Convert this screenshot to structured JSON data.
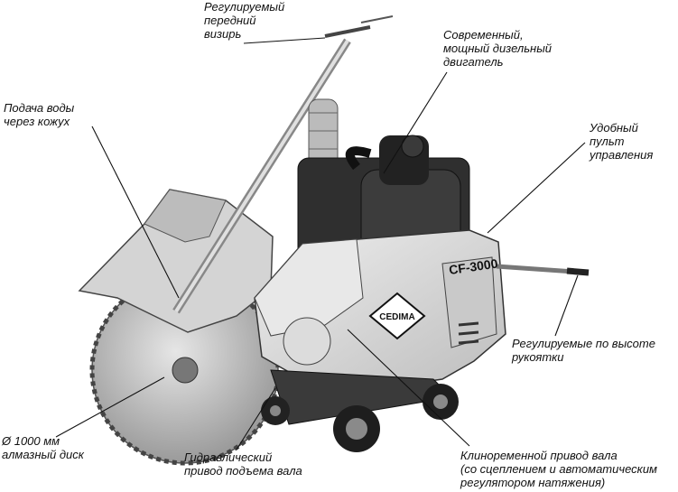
{
  "colors": {
    "background": "#ffffff",
    "text": "#111111",
    "machine_body": "#d9d9d9",
    "machine_dark": "#2a2a2a",
    "blade": "#bdbdbd"
  },
  "machine": {
    "model_badge": "CF-3000",
    "brand_logo": "CEDIMA"
  },
  "labels": {
    "front_sight": [
      "Регулируемый",
      "передний",
      "визирь"
    ],
    "engine": [
      "Современный,",
      "мощный дизельный",
      "двигатель"
    ],
    "water_supply": [
      "Подача воды",
      "через кожух"
    ],
    "control_panel": [
      "Удобный",
      "пульт",
      "управления"
    ],
    "handles": [
      "Регулируемые по высоте",
      "рукоятки"
    ],
    "disc": [
      "Ø  1000 мм",
      "алмазный диск"
    ],
    "hydraulic_drive": [
      "Гидравлический",
      "привод подъема вала"
    ],
    "belt_drive": [
      "Клиноременной привод вала",
      "(со сцеплением и автоматическим",
      "регулятором натяжения)"
    ]
  }
}
